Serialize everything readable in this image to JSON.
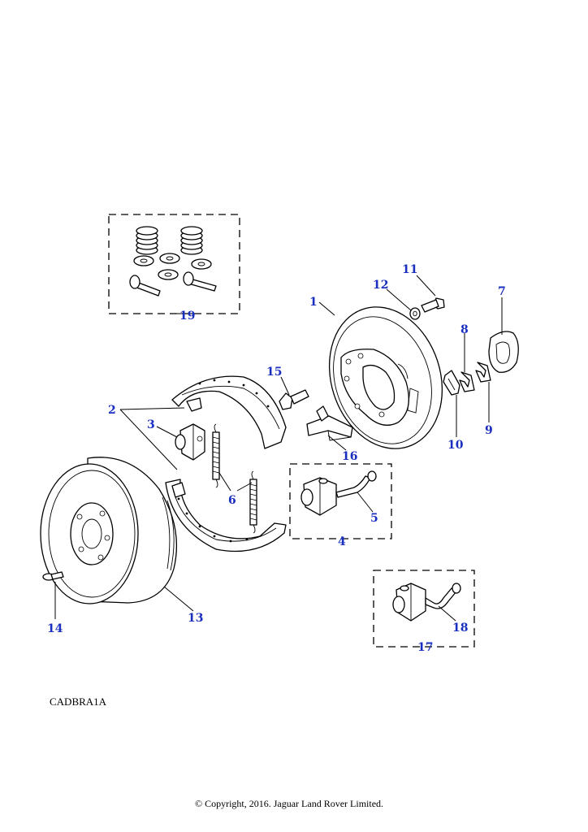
{
  "callouts": [
    "1",
    "2",
    "3",
    "4",
    "5",
    "6",
    "7",
    "8",
    "9",
    "10",
    "11",
    "12",
    "13",
    "14",
    "15",
    "16",
    "17",
    "18",
    "19"
  ],
  "reference_code": "CADBRA1A",
  "copyright": "© Copyright, 2016. Jaguar Land Rover Limited.",
  "colors": {
    "callout": "#1a2fbf",
    "line": "#000000",
    "background": "#ffffff"
  }
}
